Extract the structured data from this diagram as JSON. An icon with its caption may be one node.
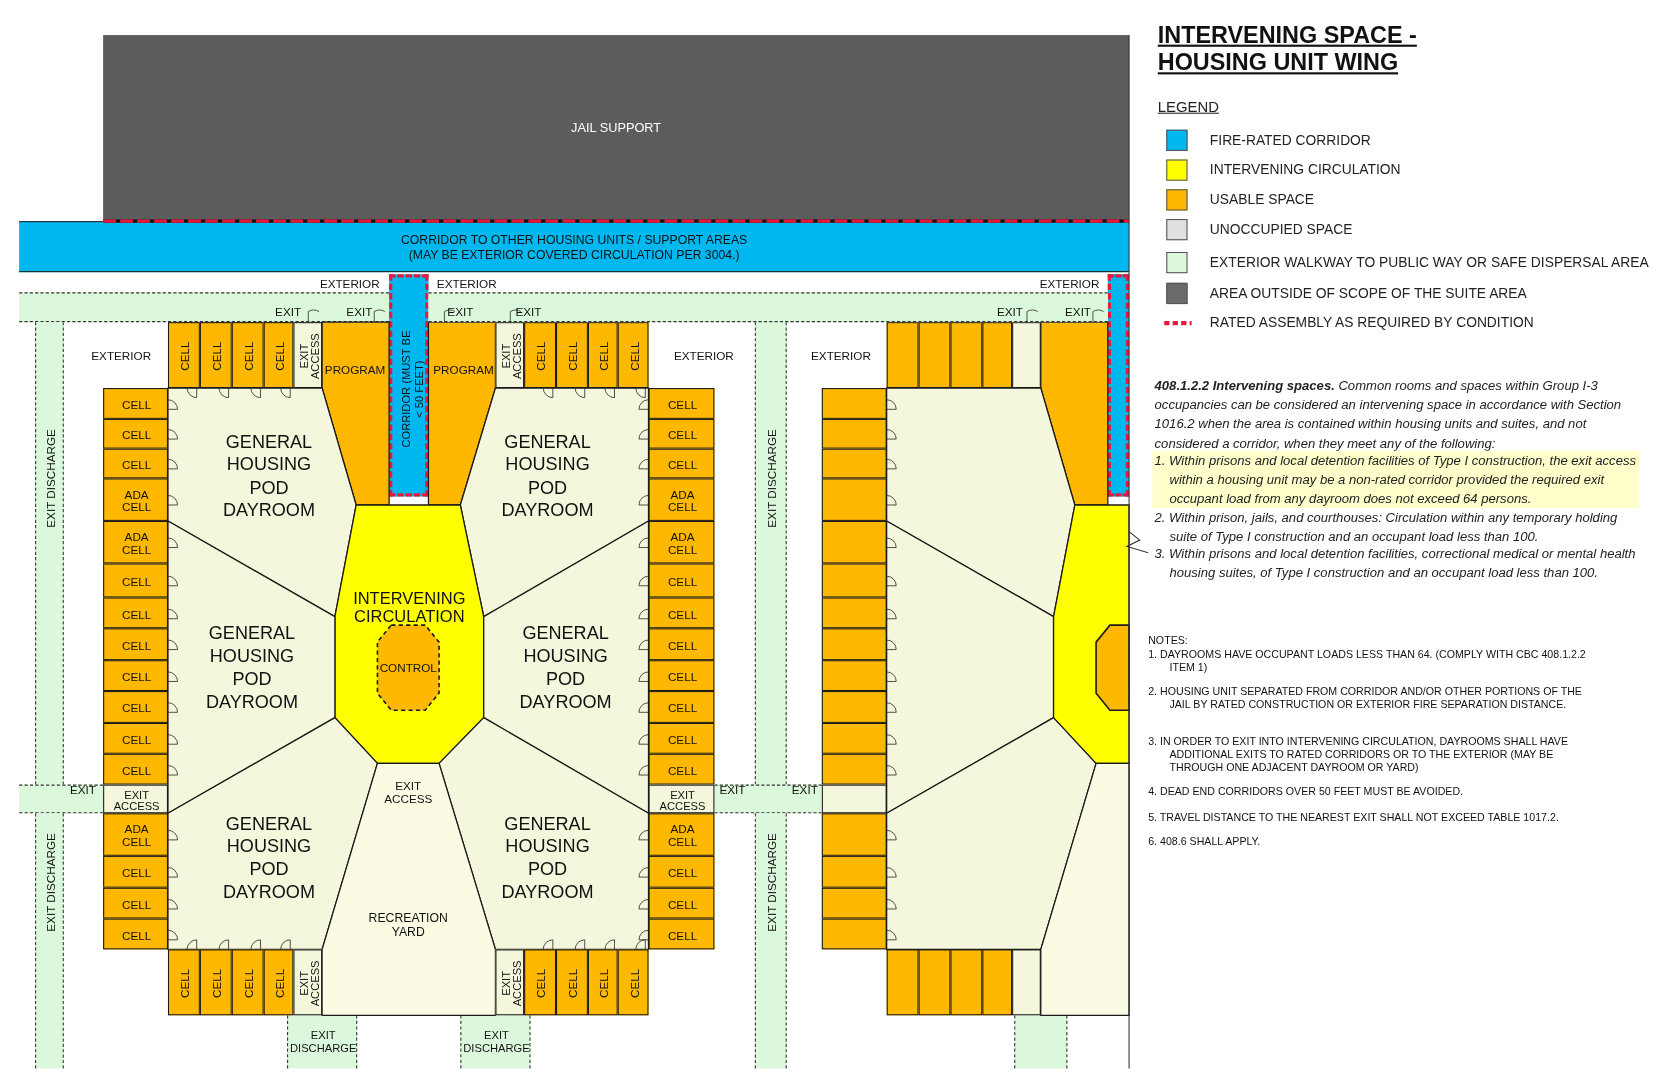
{
  "diagram": {
    "title": "INTERVENING SPACE - HOUSING UNIT WING",
    "nodes": [
      {
        "text": [
          "JAIL SUPPORT"
        ]
      },
      {
        "text": [
          "CORRIDOR TO OTHER HOUSING UNITS / SUPPORT AREAS",
          "(MAY BE EXTERIOR COVERED CIRCULATION PER 3004.)"
        ]
      },
      {
        "text": [],
        "shape": "bar"
      },
      {
        "text": [
          "EXIT DISCHARGE"
        ]
      },
      {
        "text": [],
        "shape": "bar"
      },
      {
        "text": [
          "EXIT DISCHARGE"
        ]
      },
      {
        "text": [],
        "shape": "bar"
      },
      {
        "text": [
          "EXIT DISCHARGE"
        ]
      },
      {
        "text": [
          "EXIT DISCHARGE"
        ]
      },
      {
        "text": [],
        "shape": "bar"
      },
      {
        "text": [
          "CORRIDOR (MUST BE < 50 FEET)"
        ]
      },
      {
        "text": [
          "CELL"
        ]
      },
      {
        "text": [
          "CELL"
        ]
      },
      {
        "text": [
          "CELL"
        ]
      },
      {
        "text": [
          "CELL"
        ]
      },
      {
        "text": [
          "EXIT ACCESS"
        ]
      },
      {
        "text": [
          "PROGRAM"
        ]
      },
      {
        "text": [
          "PROGRAM"
        ]
      },
      {
        "text": [
          "EXIT ACCESS"
        ]
      },
      {
        "text": [
          "CELL"
        ]
      },
      {
        "text": [
          "CELL"
        ]
      },
      {
        "text": [
          "CELL"
        ]
      },
      {
        "text": [
          "CELL"
        ]
      },
      {
        "text": [
          "CELL"
        ]
      },
      {
        "text": [
          "CELL"
        ]
      },
      {
        "text": [
          "CELL"
        ]
      },
      {
        "text": [
          "ADA CELL"
        ]
      },
      {
        "text": [
          "ADA CELL"
        ]
      },
      {
        "text": [
          "CELL"
        ]
      },
      {
        "text": [
          "CELL"
        ]
      },
      {
        "text": [
          "CELL"
        ]
      },
      {
        "text": [
          "CELL"
        ]
      },
      {
        "text": [
          "CELL"
        ]
      },
      {
        "text": [
          "CELL"
        ]
      },
      {
        "text": [
          "CELL"
        ]
      },
      {
        "text": [
          "EXIT ACCESS"
        ]
      },
      {
        "text": [
          "ADA CELL"
        ]
      },
      {
        "text": [
          "CELL"
        ]
      },
      {
        "text": [
          "CELL"
        ]
      },
      {
        "text": [
          "CELL"
        ]
      },
      {
        "text": [
          "CELL"
        ]
      },
      {
        "text": [
          "CELL"
        ]
      },
      {
        "text": [
          "CELL"
        ]
      },
      {
        "text": [
          "ADA CELL"
        ]
      },
      {
        "text": [
          "ADA CELL"
        ]
      },
      {
        "text": [
          "CELL"
        ]
      },
      {
        "text": [
          "CELL"
        ]
      },
      {
        "text": [
          "CELL"
        ]
      },
      {
        "text": [
          "CELL"
        ]
      },
      {
        "text": [
          "CELL"
        ]
      },
      {
        "text": [
          "CELL"
        ]
      },
      {
        "text": [
          "CELL"
        ]
      },
      {
        "text": [
          "EXIT ACCESS"
        ]
      },
      {
        "text": [
          "ADA CELL"
        ]
      },
      {
        "text": [
          "CELL"
        ]
      },
      {
        "text": [
          "CELL"
        ]
      },
      {
        "text": [
          "CELL"
        ]
      },
      {
        "text": [
          "GENERAL HOUSING POD DAYROOM"
        ]
      },
      {
        "text": [
          "GENERAL HOUSING POD DAYROOM"
        ]
      },
      {
        "text": [
          "INTERVENING CIRCULATION"
        ]
      },
      {
        "text": [
          "CONTROL"
        ],
        "in": 59
      },
      {
        "text": [
          "GENERAL HOUSING POD DAYROOM"
        ]
      },
      {
        "text": [
          "GENERAL HOUSING POD DAYROOM"
        ]
      },
      {
        "text": [
          "GENERAL HOUSING POD DAYROOM"
        ]
      },
      {
        "text": [
          "GENERAL HOUSING POD DAYROOM"
        ]
      },
      {
        "text": [
          "RECREATION YARD"
        ]
      },
      {
        "text": [
          "CELL"
        ]
      },
      {
        "text": [
          "CELL"
        ]
      },
      {
        "text": [
          "CELL"
        ]
      },
      {
        "text": [
          "CELL"
        ]
      },
      {
        "text": [
          "EXIT ACCESS"
        ]
      },
      {
        "text": [
          "EXIT ACCESS"
        ]
      },
      {
        "text": [
          "CELL"
        ]
      },
      {
        "text": [
          "CELL"
        ]
      },
      {
        "text": [
          "CELL"
        ]
      },
      {
        "text": [
          "CELL"
        ]
      },
      {
        "text": [],
        "shape": "bar"
      },
      {
        "text": [],
        "shape": "box"
      },
      {
        "text": [],
        "shape": "box"
      },
      {
        "text": [],
        "shape": "box"
      },
      {
        "text": [],
        "shape": "box"
      },
      {
        "text": [],
        "shape": "box"
      },
      {
        "text": [],
        "shape": "box"
      },
      {
        "text": [],
        "shape": "box"
      },
      {
        "text": [],
        "shape": "box"
      },
      {
        "text": [],
        "shape": "box"
      },
      {
        "text": [],
        "shape": "box"
      },
      {
        "text": [],
        "shape": "box"
      },
      {
        "text": [],
        "shape": "box"
      },
      {
        "text": [],
        "shape": "box"
      },
      {
        "text": [],
        "shape": "box"
      },
      {
        "text": [],
        "shape": "box"
      },
      {
        "text": [],
        "shape": "box"
      },
      {
        "text": [],
        "shape": "box"
      },
      {
        "text": [],
        "shape": "box"
      },
      {
        "text": [],
        "shape": "box"
      },
      {
        "text": [],
        "shape": "box"
      },
      {
        "text": [],
        "shape": "box"
      },
      {
        "text": [],
        "shape": "box"
      },
      {
        "text": [],
        "shape": "box"
      },
      {
        "text": [],
        "shape": "box"
      },
      {
        "text": [],
        "shape": "box"
      },
      {
        "text": [],
        "shape": "box"
      },
      {
        "text": [],
        "shape": "box"
      },
      {
        "text": [],
        "shape": "box"
      },
      {
        "text": [],
        "shape": "box"
      },
      {
        "text": [],
        "shape": "box"
      },
      {
        "text": [],
        "shape": "box"
      },
      {
        "text": [],
        "shape": "box"
      },
      {
        "text": [],
        "shape": "box",
        "in": 108
      },
      {
        "text": [],
        "shape": "box"
      },
      {
        "text": [],
        "shape": "bar"
      },
      {
        "text": [
          "EXIT DISCHARGE"
        ]
      },
      {
        "text": [
          "EXIT DISCHARGE"
        ]
      }
    ],
    "labels": [
      "EXTERIOR",
      "EXTERIOR",
      "EXTERIOR",
      "EXIT",
      "EXIT",
      "EXIT",
      "EXIT",
      "EXIT",
      "EXIT",
      "EXTERIOR",
      "EXTERIOR",
      "EXTERIOR",
      "EXIT",
      "EXIT",
      "EXIT",
      "EXIT ACCESS",
      "LEGEND",
      "**408.1.2.2 Intervening spaces.** Common rooms and spaces within Group I-3 occupancies can be considered an intervening space in accordance with Section 1016.2 when the area is contained within housing units and suites, and not considered a corridor, when they meet any of the following:",
      "1. Within prisons and local detention facilities of Type I construction, the exit access within a housing unit may be a non-rated corridor provided the required exit occupant load from any dayroom does not exceed 64 persons.",
      "2. Within prison, jails, and courthouses: Circulation within any temporary holding suite of Type I construction and an occupant load less than 100.",
      "3. Within prisons and local detention facilities, correctional medical or mental health housing suites, of Type I construction and an occupant load less than 100.",
      "NOTES:",
      "1. DAYROOMS HAVE OCCUPANT LOADS LESS THAN 64. (COMPLY WITH CBC 408.1.2.2 ITEM 1)",
      "2. HOUSING UNIT SEPARATED FROM CORRIDOR AND/OR OTHER PORTIONS OF THE JAIL BY RATED CONSTRUCTION OR EXTERIOR FIRE SEPARATION DISTANCE.",
      "3. IN ORDER TO EXIT INTO INTERVENING CIRCULATION, DAYROOMS SHALL HAVE ADDITIONAL EXITS TO RATED CORRIDORS OR TO THE EXTERIOR (MAY BE THROUGH ONE ADJACENT DAYROOM OR YARD)",
      "4. DEAD END CORRIDORS OVER 50 FEET MUST BE AVOIDED.",
      "5. TRAVEL DISTANCE TO THE NEAREST EXIT SHALL NOT EXCEED TABLE 1017.2.",
      "6. 408.6 SHALL APPLY."
    ],
    "legend": [
      {
        "text": "FIRE-RATED CORRIDOR",
        "color": "#00b8f0"
      },
      {
        "text": "INTERVENING CIRCULATION",
        "color": "#ffff00"
      },
      {
        "text": "USABLE SPACE",
        "color": "#ffb800"
      },
      {
        "text": "UNOCCUPIED SPACE",
        "color": "#e0e0e0"
      },
      {
        "text": "EXTERIOR WALKWAY TO PUBLIC WAY OR SAFE DISPERSAL AREA",
        "color": "#dcf8dc"
      },
      {
        "text": "AREA OUTSIDE OF SCOPE OF THE SUITE AREA",
        "color": "#6b6b6b"
      },
      {
        "text": "RATED ASSEMBLY AS REQUIRED BY CONDITION"
      }
    ]
  }
}
